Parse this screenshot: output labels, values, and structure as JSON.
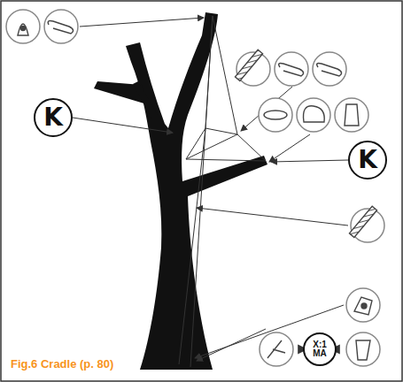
{
  "diagram": {
    "caption": "Fig.6 Cradle (p. 80)",
    "nodes": [
      {
        "text": [
          "K"
        ]
      },
      {
        "text": [
          "K"
        ]
      },
      {
        "text": [
          "X:1",
          "MA"
        ]
      }
    ]
  }
}
